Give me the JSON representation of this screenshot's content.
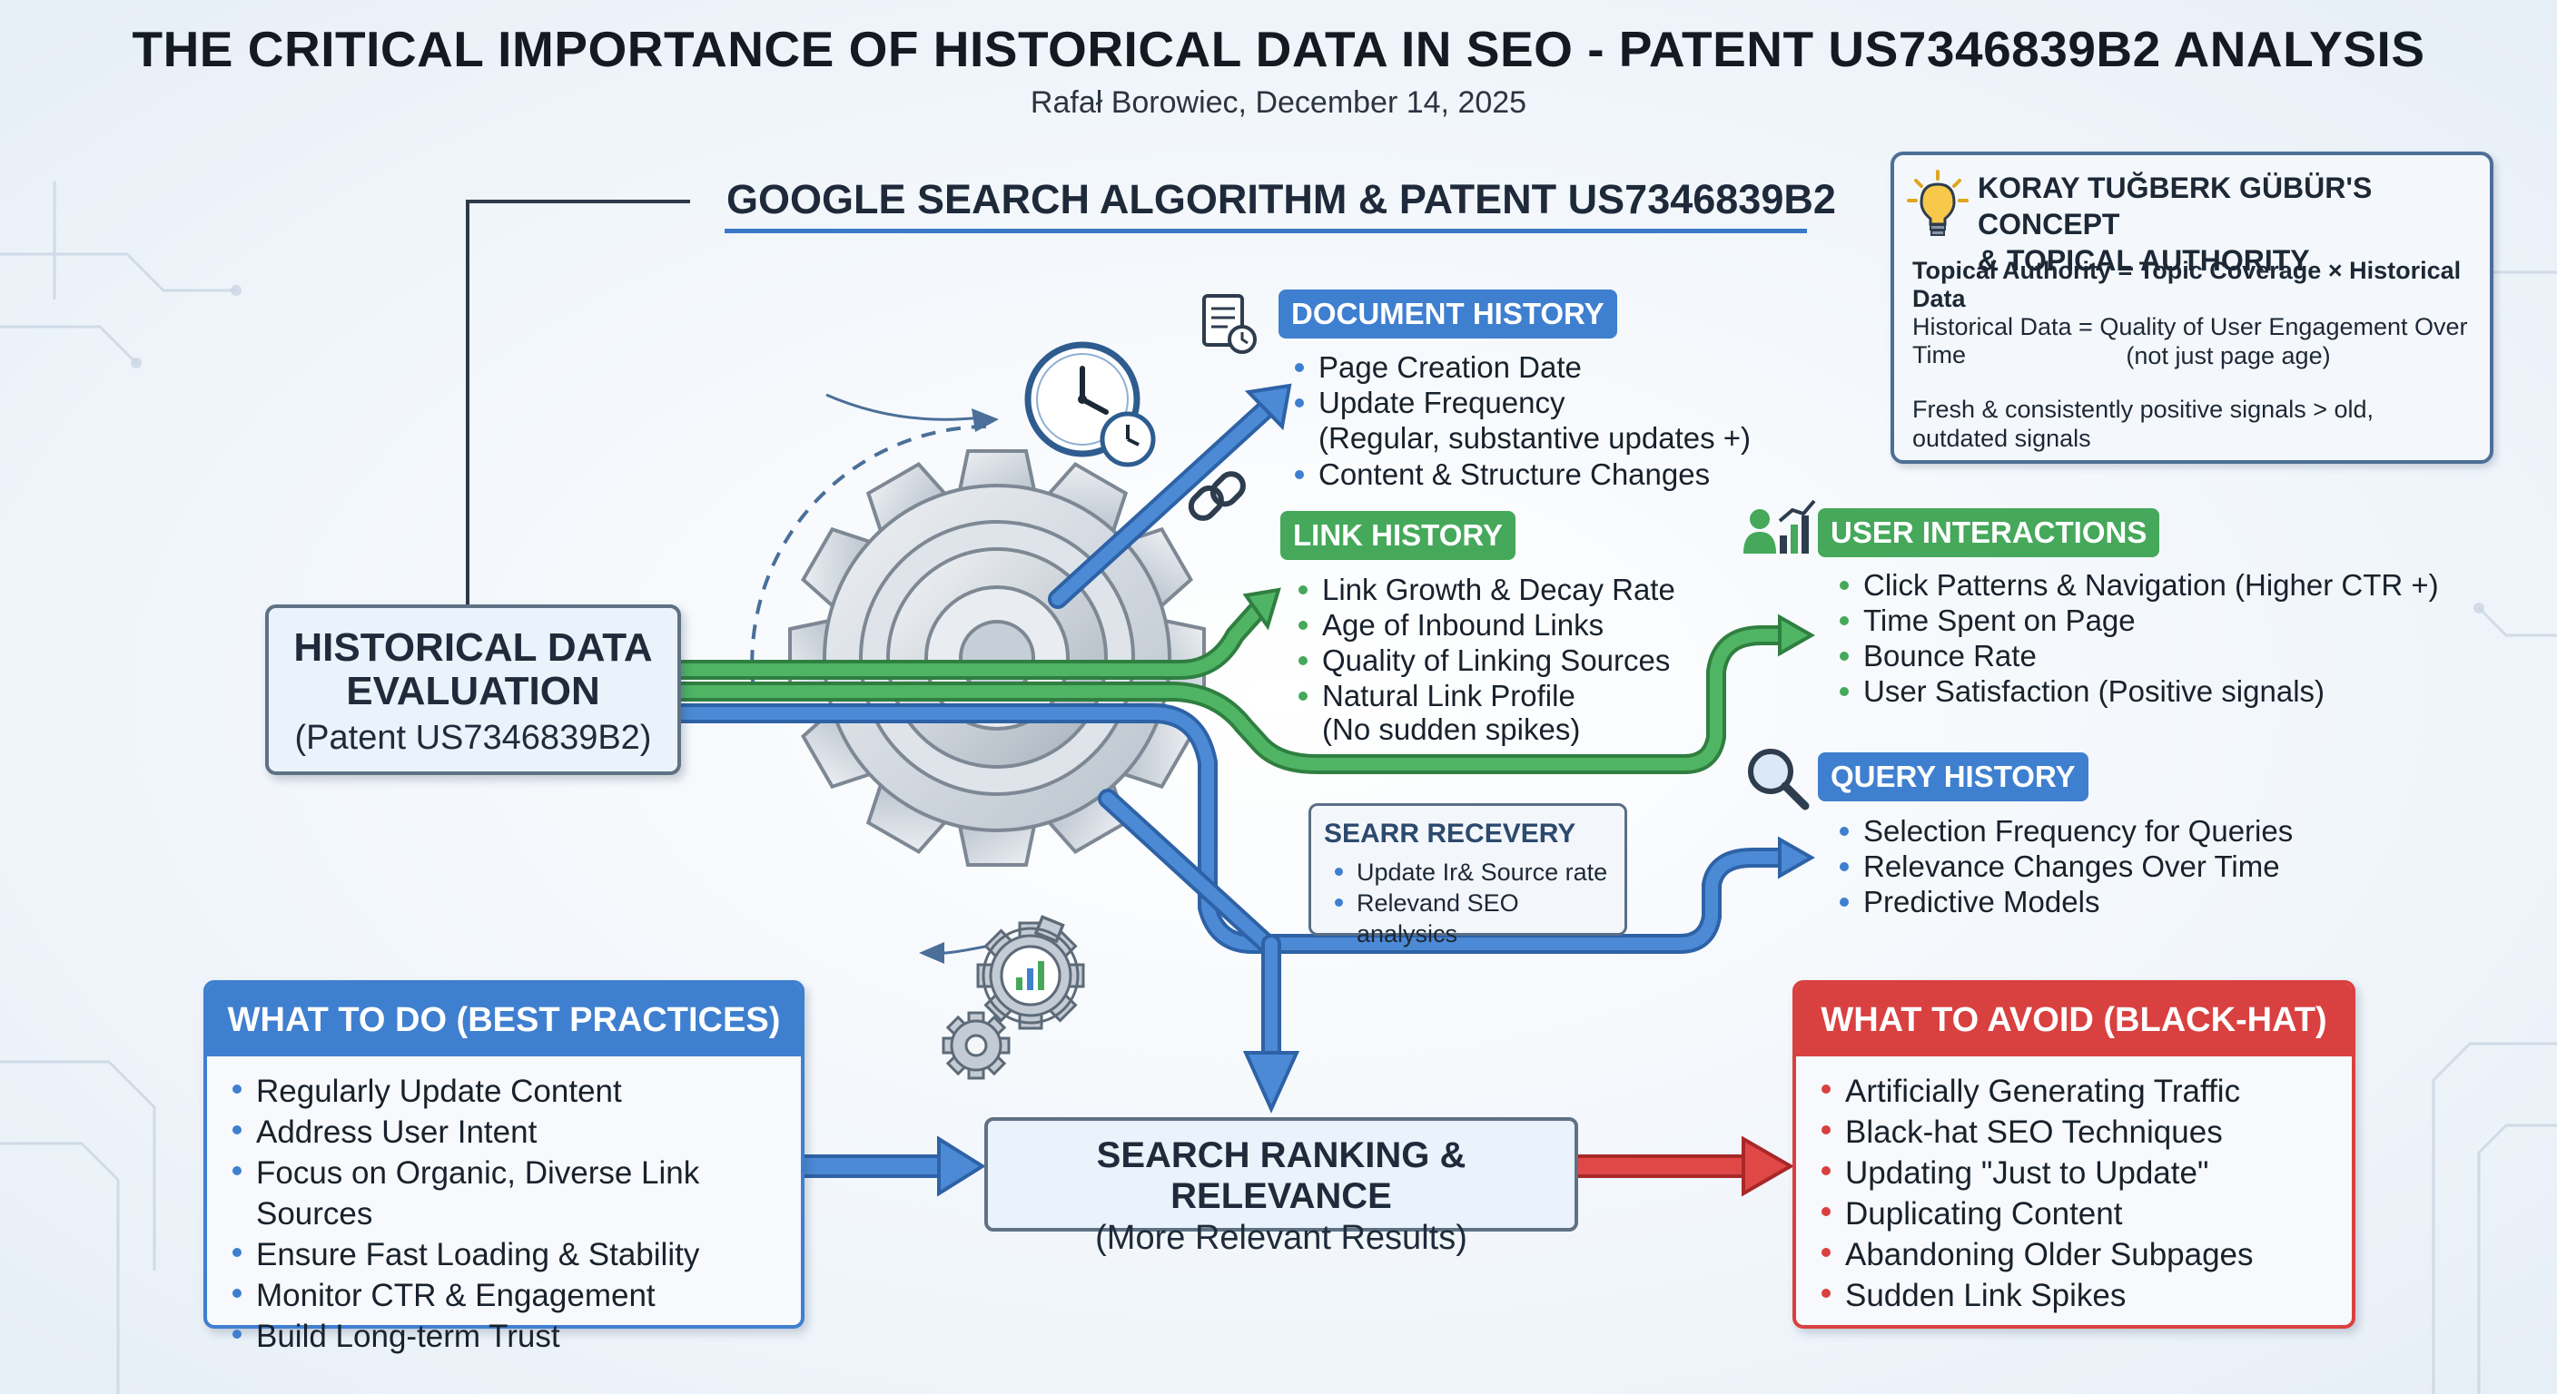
{
  "header": {
    "title": "THE CRITICAL IMPORTANCE OF HISTORICAL DATA IN SEO - PATENT US7346839B2 ANALYSIS",
    "subtitle": "Rafał Borowiec, December 14, 2025",
    "section_title": "GOOGLE SEARCH ALGORITHM & PATENT US7346839B2"
  },
  "center_node": {
    "title": "HISTORICAL DATA EVALUATION",
    "subtitle": "(Patent US7346839B2)"
  },
  "document_history": {
    "label": "DOCUMENT HISTORY",
    "items": [
      "Page Creation Date",
      "Update Frequency"
    ],
    "note": "(Regular, substantive updates +)",
    "items_after": [
      "Content & Structure Changes"
    ],
    "icon": "document-clock-icon"
  },
  "link_history": {
    "label": "LINK HISTORY",
    "items": [
      "Link Growth & Decay Rate",
      "Age of Inbound Links",
      "Quality of Linking Sources",
      "Natural Link Profile"
    ],
    "note": "(No sudden spikes)",
    "icon": "chain-link-icon"
  },
  "user_interactions": {
    "label": "USER INTERACTIONS",
    "items": [
      "Click Patterns & Navigation (Higher CTR +)",
      "Time Spent on Page",
      "Bounce Rate",
      "User Satisfaction (Positive signals)"
    ],
    "icon": "user-chart-icon"
  },
  "query_history": {
    "label": "QUERY HISTORY",
    "items": [
      "Selection Frequency for Queries",
      "Relevance Changes Over Time",
      "Predictive Models"
    ],
    "icon": "magnifier-icon"
  },
  "searr_box": {
    "title": "SEARR RECEVERY",
    "items": [
      "Update Ir& Source rate",
      "Relevand SEO analysics"
    ]
  },
  "koray": {
    "title_line1": "KORAY TUĞBERK GÜBÜR'S CONCEPT",
    "title_line2": "& TOPICAL AUTHORITY",
    "formula": "Topical Authority = Topic Coverage × Historical Data",
    "hist_line1": "Historical Data = Quality of User Engagement Over Time",
    "hist_line2": "(not just page age)",
    "fresh": "Fresh & consistently positive signals > old, outdated signals",
    "icon": "lightbulb-icon"
  },
  "best_practices": {
    "label": "WHAT TO DO (BEST PRACTICES)",
    "items": [
      "Regularly Update Content",
      "Address User Intent",
      "Focus on Organic, Diverse Link Sources",
      "Ensure Fast Loading & Stability",
      "Monitor CTR & Engagement",
      "Build Long-term Trust"
    ]
  },
  "black_hat": {
    "label": "WHAT TO AVOID (BLACK-HAT)",
    "items": [
      "Artificially Generating Traffic",
      "Black-hat SEO Techniques",
      "Updating \"Just to Update\"",
      "Duplicating Content",
      "Abandoning Older Subpages",
      "Sudden Link Spikes"
    ]
  },
  "ranking": {
    "title": "SEARCH RANKING & RELEVANCE",
    "subtitle": "(More Relevant Results)"
  },
  "colors": {
    "blue": "#3f7fcf",
    "green": "#45a85a",
    "red": "#d94040",
    "gear": "#c3cbd4"
  }
}
